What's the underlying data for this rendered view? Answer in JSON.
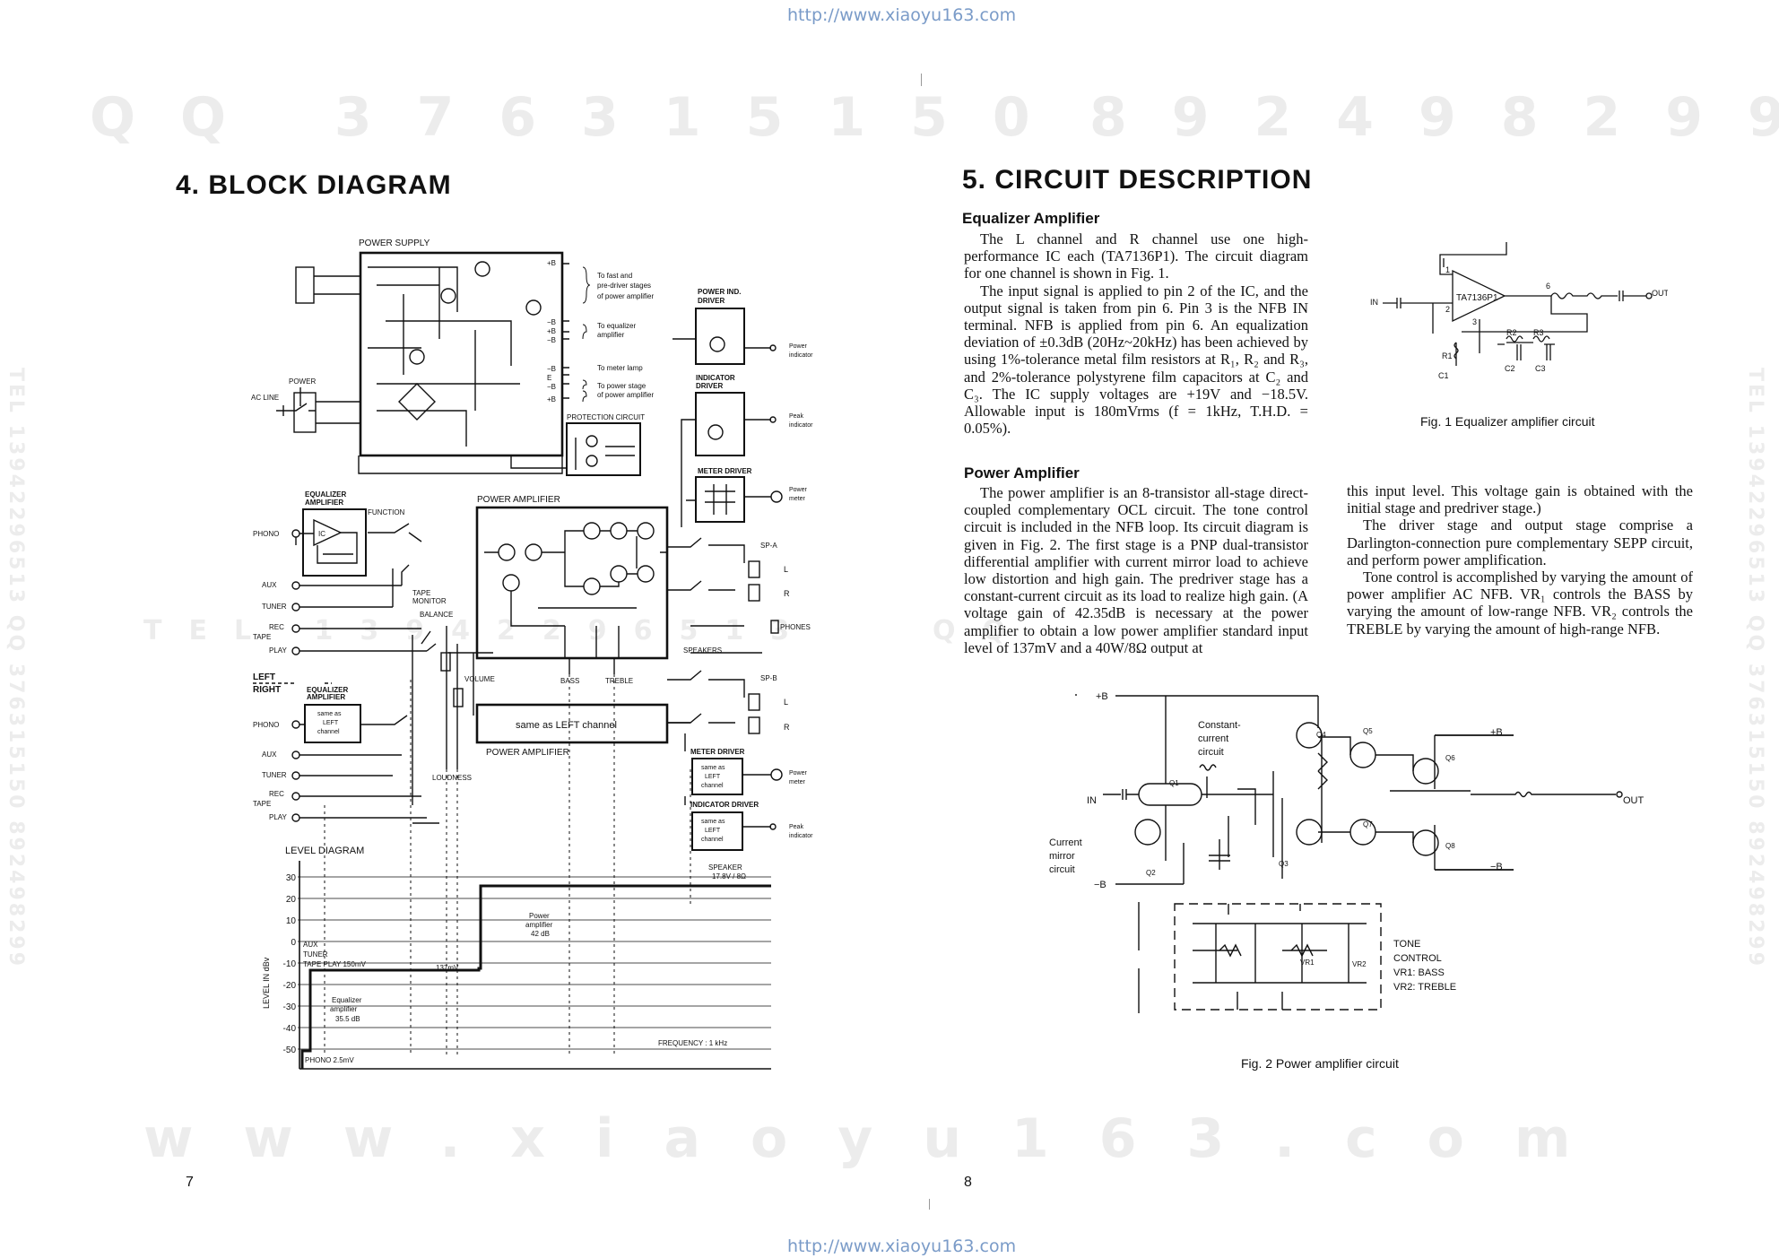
{
  "watermark": {
    "url_top": "http://www.xiaoyu163.com",
    "url_bottom": "http://www.xiaoyu163.com",
    "qq_left": "QQ 376315150",
    "qq_right": "892498299",
    "www": "www.xiaoyu163.com",
    "tel_left": "TEL 13942296513",
    "tel_right": "QQ",
    "side_left": "TEL 13942296513 QQ 376315150 892498299",
    "side_right": "TEL 13942296513 QQ 376315150 892498299"
  },
  "left_page": {
    "title": "4. BLOCK  DIAGRAM",
    "page_number": "7",
    "diagram": {
      "power_supply": "POWER  SUPPLY",
      "to_fast": "To fast and",
      "to_fast2": "pre-driver stages",
      "to_fast3": "of power amplifier",
      "to_eq": "To equalizer",
      "to_eq2": "amplifier",
      "to_meter": "To meter lamp",
      "to_power": "To power stage",
      "to_power2": "of power amplifier",
      "power_ind_driver": "POWER IND.",
      "power_ind_driver2": "DRIVER",
      "power_indicator": "Power",
      "power_indicator2": "indicator",
      "indicator_driver": "INDICATOR",
      "indicator_driver2": "DRIVER",
      "peak_indicator": "Peak",
      "peak_indicator2": "indicator",
      "protection": "PROTECTION  CIRCUIT",
      "meter_driver": "METER  DRIVER",
      "power_meter": "Power",
      "power_meter2": "meter",
      "power_label": "POWER",
      "ac_line": "AC LINE",
      "eq_amp": "EQUALIZER",
      "eq_amp2": "AMPLIFIER",
      "function": "FUNCTION",
      "phono": "PHONO",
      "ic": "IC",
      "aux": "AUX",
      "tuner": "TUNER",
      "rec": "REC",
      "tape": "TAPE",
      "play": "PLAY",
      "tape_monitor": "TAPE",
      "tape_monitor2": "MONITOR",
      "balance": "BALANCE",
      "volume": "VOLUME",
      "loudness": "LOUDNESS",
      "bass": "BASS",
      "treble": "TREBLE",
      "power_amp": "POWER  AMPLIFIER",
      "power_amp_b": "POWER  AMPLIFIER",
      "same_as_left": "same  as  LEFT  channel",
      "sp_a": "SP-A",
      "sp_b": "SP-B",
      "l": "L",
      "r": "R",
      "l2": "L",
      "r2": "R",
      "phones": "PHONES",
      "speakers": "SPEAKERS",
      "left": "LEFT",
      "right": "RIGHT",
      "eq_amp_b": "EQUALIZER",
      "eq_amp_b2": "AMPLIFIER",
      "same_as": "same as",
      "left_w": "LEFT",
      "channel": "channel",
      "meter_driver_b": "METER  DRIVER",
      "indicator_driver_b": "INDICATOR  DRIVER",
      "phono_b": "PHONO",
      "aux_b": "AUX",
      "tuner_b": "TUNER",
      "rec_b": "REC",
      "tape_b": "TAPE",
      "play_b": "PLAY"
    },
    "level": {
      "title": "LEVEL  DIAGRAM",
      "ylabel": "LEVEL  IN  dBv",
      "ticks": [
        "30",
        "20",
        "10",
        "0",
        "-10",
        "-20",
        "-30",
        "-40",
        "-50"
      ],
      "speaker": "SPEAKER",
      "speaker2": "17.8V / 8Ω",
      "pa1": "Power",
      "pa2": "amplifier",
      "pa3": "42 dB",
      "aux": "AUX",
      "tuner": "TUNER",
      "tape": "TAPE PLAY  150mV",
      "mv137": "137mV",
      "eq1": "Equalizer",
      "eq2": "amplifier",
      "eq3": "35.5 dB",
      "freq": "FREQUENCY : 1 kHz",
      "phono": "PHONO 2.5mV"
    }
  },
  "right_page": {
    "title": "5. CIRCUIT  DESCRIPTION",
    "page_number": "8",
    "eq_heading": "Equalizer Amplifier",
    "eq_p1": "The L channel and R channel use one high-performance IC each (TA7136P1). The circuit diagram for one channel is shown in Fig. 1.",
    "eq_p2": "The input signal is applied to pin 2 of the IC, and the output signal is taken from pin 6. Pin 3 is the NFB IN terminal. NFB is applied from pin 6. An equalization deviation of ±0.3dB (20Hz~20kHz) has been achieved by using 1%-tolerance metal film resistors at R₁, R₂ and R₃, and 2%-tolerance polystyrene film capacitors at C₂ and C₃. The IC supply voltages are +19V and −18.5V. Allowable input is 180mVrms (f = 1kHz, T.H.D. = 0.05%).",
    "pa_heading": "Power Amplifier",
    "pa_p1": "The power amplifier is an 8-transistor all-stage direct-coupled complementary OCL circuit. The tone control circuit is included in the NFB loop. Its circuit diagram is given in Fig. 2. The first stage is a PNP dual-transistor differential amplifier with current mirror load to achieve low distortion and high gain. The predriver stage has a constant-current circuit as its load to realize high gain. (A voltage gain of 42.35dB is necessary at the power amplifier to obtain a low power amplifier standard input level of 137mV and a 40W/8Ω output at",
    "pa_p1_cont": "this input level. This voltage gain is obtained with the initial stage and predriver stage.)",
    "pa_p2": "The driver stage and output stage comprise a Darlington-connection pure complementary SEPP circuit, and perform power amplification.",
    "pa_p3": "Tone control is accomplished by varying the amount of power amplifier AC NFB. VR₁ controls the BASS by varying the amount of low-range NFB. VR₂ controls the TREBLE by varying the amount of high-range NFB.",
    "fig1": {
      "caption": "Fig. 1   Equalizer amplifier circuit",
      "ic": "TA7136P1",
      "in": "IN",
      "out": "OUT",
      "p1": "1",
      "p2": "2",
      "p3": "3",
      "p6": "6",
      "r1": "R1",
      "r2": "R2",
      "r3": "R3",
      "c1": "C1",
      "c2": "C2",
      "c3": "C3"
    },
    "fig2": {
      "caption": "Fig. 2   Power amplifier circuit",
      "pb": "+B",
      "pb2": "+B",
      "mb": "−B",
      "mb2": "−B",
      "in": "IN",
      "out": "OUT",
      "cc1": "Constant-",
      "cc2": "current",
      "cc3": "circuit",
      "cm1": "Current",
      "cm2": "mirror",
      "cm3": "circuit",
      "q1": "Q1",
      "q2": "Q2",
      "q3": "Q3",
      "q4": "Q4",
      "q5": "Q5",
      "q6": "Q6",
      "q7": "Q7",
      "q8": "Q8",
      "vr1": "VR1",
      "vr2": "VR2",
      "tone1": "TONE",
      "tone2": "CONTROL",
      "tone3": "VR1: BASS",
      "tone4": "VR2: TREBLE"
    }
  }
}
